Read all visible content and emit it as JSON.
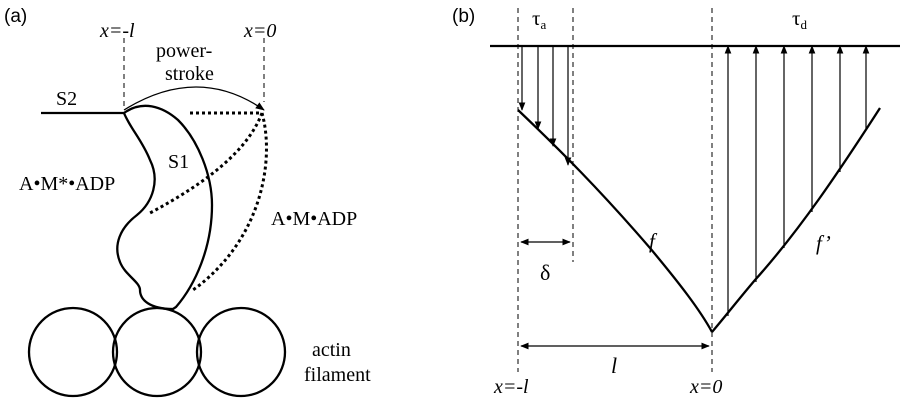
{
  "panel_a": {
    "label": "(a)",
    "x_minus_l": "x=-l",
    "x_zero": "x=0",
    "powerstroke_line1": "power-",
    "powerstroke_line2": "stroke",
    "s2": "S2",
    "s1": "S1",
    "state_pre": "A•M*•ADP",
    "state_post": "A•M•ADP",
    "actin_line1": "actin",
    "actin_line2": "filament"
  },
  "panel_b": {
    "label": "(b)",
    "tau_a": "τ",
    "tau_a_sub": "a",
    "tau_d": "τ",
    "tau_d_sub": "d",
    "f": "f",
    "f_prime": "f’",
    "delta": "δ",
    "l": "l",
    "x_minus_l": "x=-l",
    "x_zero": "x=0"
  }
}
